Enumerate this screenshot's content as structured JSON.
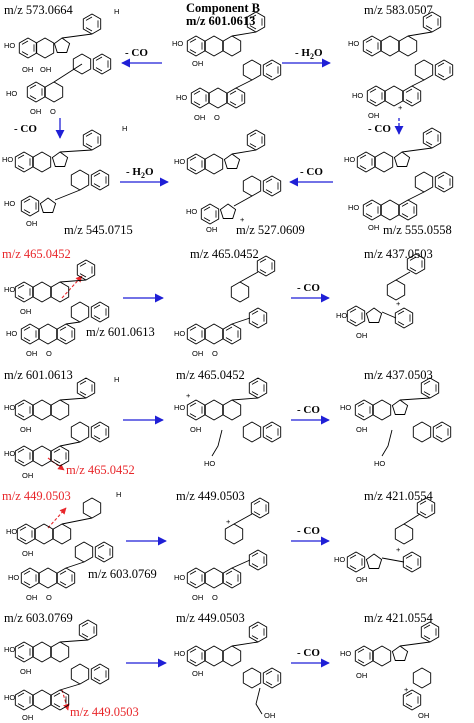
{
  "colors": {
    "arrow": "#1f1fd6",
    "red": "#e8262a",
    "ink": "#000000"
  },
  "title": {
    "line1": "Component B",
    "line2": "m/z 601.0613"
  },
  "labels": {
    "r1c1": "m/z 573.0664",
    "r1c3": "m/z 583.0507",
    "r2c1": "m/z 545.0715",
    "r2c2": "m/z 527.0609",
    "r2c3": "m/z 555.0558",
    "r3c1_red": "m/z 465.0452",
    "r3c1": "m/z 601.0613",
    "r3c2": "m/z 465.0452",
    "r3c3": "m/z 437.0503",
    "r4c1": "m/z 601.0613",
    "r4c2": "m/z 465.0452",
    "r4c3": "m/z 437.0503",
    "r4c1_red": "m/z 465.0452",
    "r5c1_red": "m/z 449.0503",
    "r5c1": "m/z 603.0769",
    "r5c2": "m/z 449.0503",
    "r5c3": "m/z 421.0554",
    "r6c1": "m/z 603.0769",
    "r6c2": "m/z 449.0503",
    "r6c3": "m/z 421.0554",
    "r6c1_red": "m/z 449.0503"
  },
  "losses": {
    "co": "- CO",
    "h2o_prefix": "- H",
    "h2o_sub": "2",
    "h2o_suffix": "O"
  },
  "atoms": {
    "oh": "OH",
    "ho": "HO",
    "o": "O",
    "h_plus": "H",
    "plus": "+"
  }
}
